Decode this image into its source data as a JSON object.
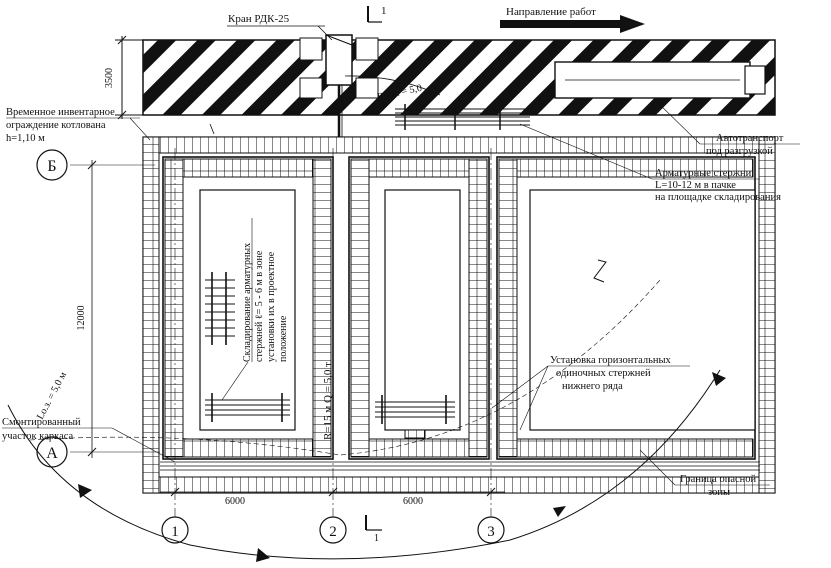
{
  "labels": {
    "crane": "Кран РДК-25",
    "direction": "Направление работ",
    "section_mark": "1",
    "road_width": "3500",
    "rmin": "Rmin = 5,0",
    "fence_line1": "Временное инвентарное",
    "fence_line2": "ограждение котлована",
    "fence_line3": "h=1,10 м",
    "truck_line1": "Автотранспорт",
    "truck_line2": "под разгрузкой",
    "rebar_line1": "Арматурные стержни",
    "rebar_line2": "L=10-12 м в пачке",
    "rebar_line3": "на площадке складирования",
    "storage_line1": "Складирование арматурных",
    "storage_line2": "стержней ℓ= 5 - 6 м в зоне",
    "storage_line3": "установки их в проектное",
    "storage_line4": "положение",
    "radius": "R=15 м  Q = 5,0 т",
    "dim_height": "12000",
    "lo": "Lo.з. = 5,0 м",
    "mounted_line1": "Смонтированный",
    "mounted_line2": "участок каркаса",
    "install_line1": "Установка горизонтальных",
    "install_line2": "одиночных стержней",
    "install_line3": "нижнего ряда",
    "danger_line1": "Граница опасной",
    "danger_line2": "зоны",
    "dim_6000_a": "6000",
    "dim_6000_b": "6000"
  },
  "axes": {
    "letters": [
      "Б",
      "А"
    ],
    "numbers": [
      "1",
      "2",
      "3"
    ]
  }
}
